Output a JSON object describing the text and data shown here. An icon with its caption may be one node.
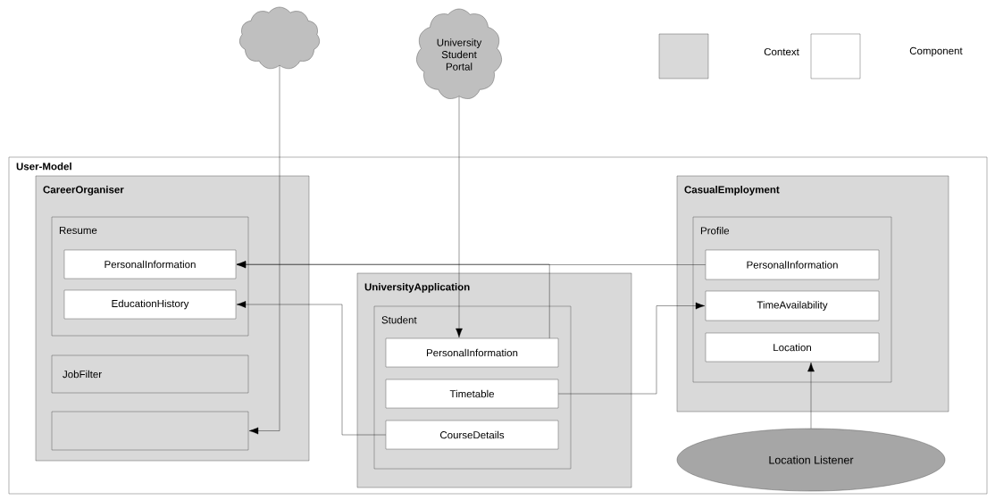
{
  "diagram": {
    "nodes": [
      {
        "text": [],
        "shape": "cloud"
      },
      {
        "text": [
          "University Student Portal"
        ]
      },
      {
        "text": [
          "User-Model"
        ]
      },
      {
        "text": [
          "CareerOrganiser"
        ],
        "in": 2
      },
      {
        "text": [
          "Resume"
        ],
        "in": 3
      },
      {
        "text": [
          "PersonalInformation"
        ],
        "in": 4
      },
      {
        "text": [
          "EducationHistory"
        ],
        "in": 4
      },
      {
        "text": [
          "JobFilter"
        ],
        "in": 3
      },
      {
        "text": [],
        "shape": "box",
        "in": 3
      },
      {
        "text": [
          "UniversityApplication"
        ],
        "in": 2
      },
      {
        "text": [
          "Student"
        ],
        "in": 9
      },
      {
        "text": [
          "PersonalInformation"
        ],
        "in": 10
      },
      {
        "text": [
          "Timetable"
        ],
        "in": 10
      },
      {
        "text": [
          "CourseDetails"
        ],
        "in": 10
      },
      {
        "text": [
          "CasualEmployment"
        ],
        "in": 2
      },
      {
        "text": [
          "Profile"
        ],
        "in": 14
      },
      {
        "text": [
          "PersonalInformation"
        ],
        "in": 15
      },
      {
        "text": [
          "TimeAvailability"
        ],
        "in": 15
      },
      {
        "text": [
          "Location"
        ],
        "in": 15
      },
      {
        "text": [
          "Location Listener"
        ],
        "in": 2
      }
    ],
    "edges": [
      {
        "from": 0,
        "to": 8,
        "arrow": "to"
      },
      {
        "from": 1,
        "to": 11,
        "arrow": "to"
      },
      {
        "from": 16,
        "to": 5,
        "arrow": "to"
      },
      {
        "from": 11,
        "to": 5,
        "arrow": "to"
      },
      {
        "from": 13,
        "to": 6,
        "arrow": "to"
      },
      {
        "from": 12,
        "to": 17,
        "arrow": "to"
      },
      {
        "from": 19,
        "to": 18,
        "arrow": "to"
      }
    ],
    "legend": [
      {
        "text": "Context",
        "color": "#d9d9d9"
      },
      {
        "text": "Component"
      }
    ]
  }
}
